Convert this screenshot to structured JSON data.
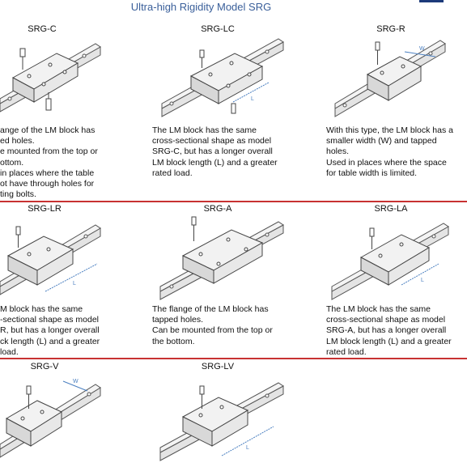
{
  "title": "Ultra-high Rigidity Model SRG",
  "colors": {
    "title": "#3a5f9a",
    "separator": "#c83232",
    "dimension": "#4a7fc0"
  },
  "models": [
    {
      "name": "SRG-C",
      "desc": [
        "ange of the LM block has",
        "ed holes.",
        "e mounted from the top or",
        "ottom.",
        " in places where the table",
        "ot have through holes for",
        "ting bolts."
      ]
    },
    {
      "name": "SRG-LC",
      "desc": [
        "The LM block has the same",
        "cross-sectional shape as model",
        "SRG-C, but has a longer overall",
        "LM block length (L) and a greater",
        "rated load."
      ]
    },
    {
      "name": "SRG-R",
      "desc": [
        "With this type, the LM block has a",
        "smaller width (W) and tapped",
        "holes.",
        "Used in places where the space",
        "for table width is limited."
      ]
    },
    {
      "name": "SRG-LR",
      "desc": [
        "M block has the same",
        "-sectional shape as model",
        "R, but has a longer overall",
        "ck length (L) and a greater",
        "load."
      ]
    },
    {
      "name": "SRG-A",
      "desc": [
        "The flange of the LM block has",
        "tapped holes.",
        "Can be mounted from the top or",
        "the bottom."
      ]
    },
    {
      "name": "SRG-LA",
      "desc": [
        "The LM block has the same",
        "cross-sectional shape as model",
        "SRG-A, but has a longer overall",
        "LM block length (L) and a greater",
        "rated load."
      ]
    },
    {
      "name": "SRG-V"
    },
    {
      "name": "SRG-LV"
    }
  ],
  "dim_labels": {
    "length": "L",
    "width": "W"
  }
}
